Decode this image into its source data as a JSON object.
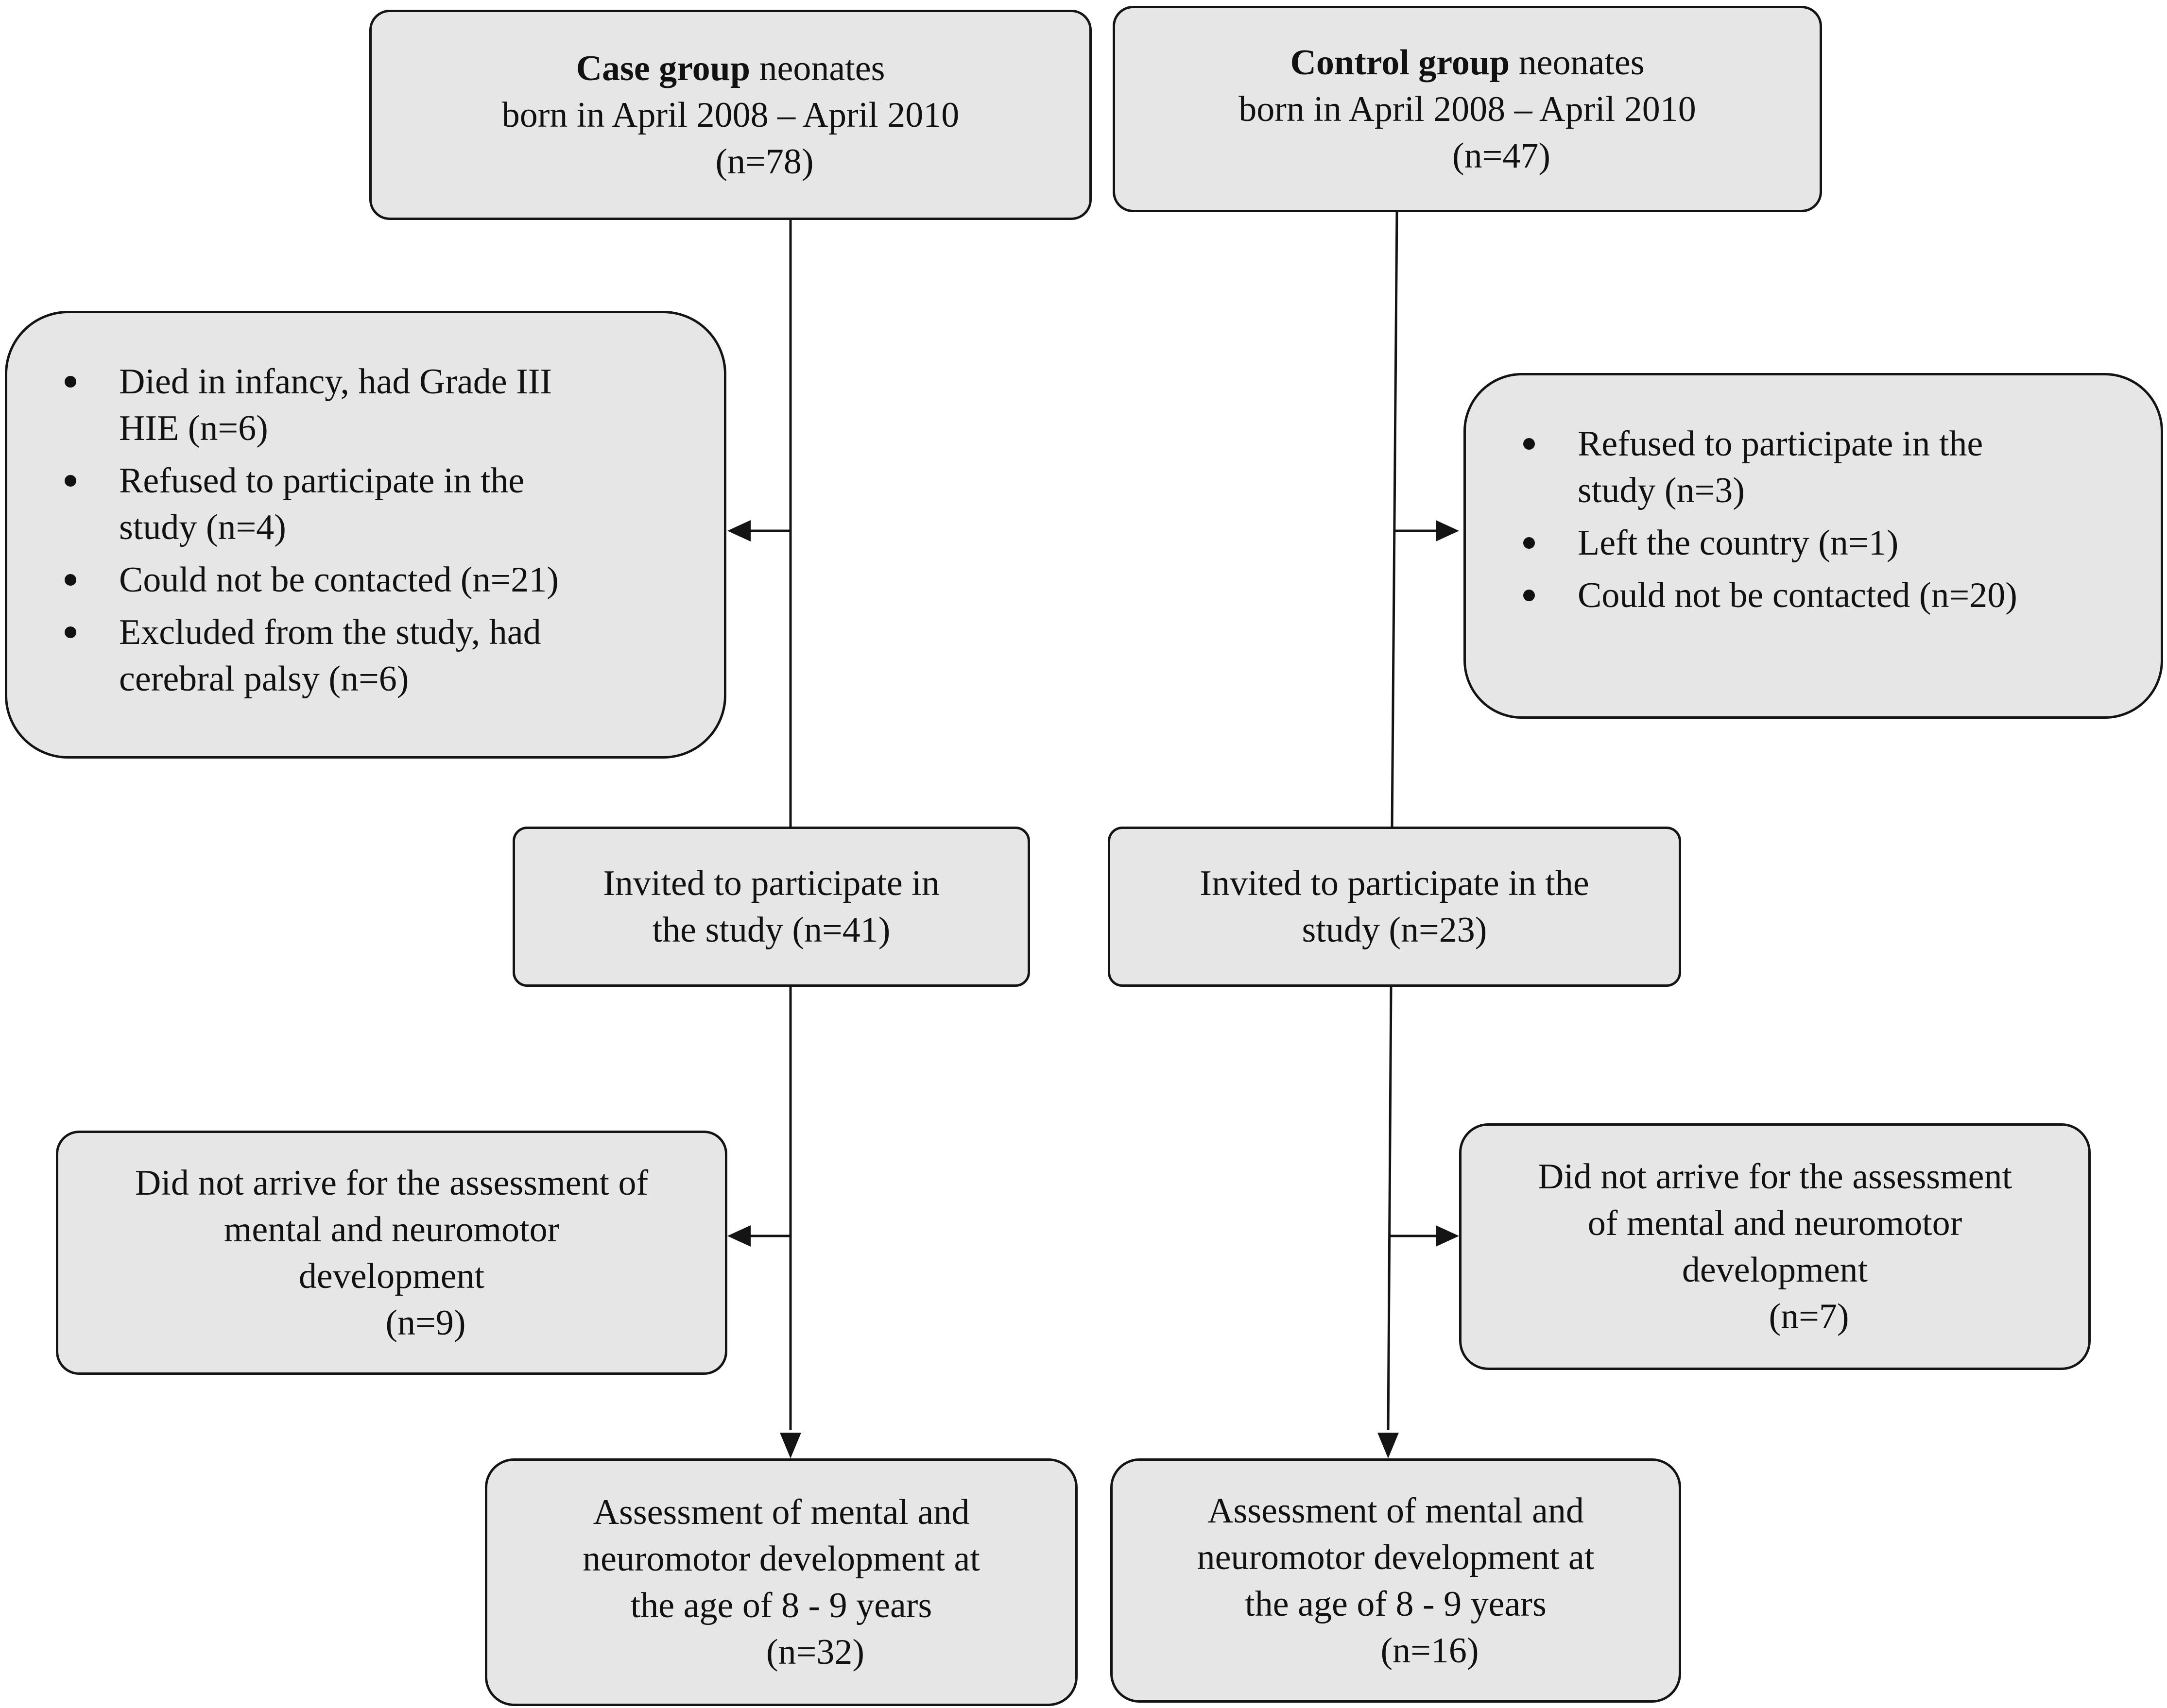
{
  "case_group": {
    "top": {
      "title_bold": "Case group",
      "title_rest": " neonates",
      "line2": "born in April 2008 – April 2010",
      "count": "(n=78)"
    },
    "exclusions": [
      {
        "line1": "Died in infancy, had Grade III",
        "line2": "HIE (n=6)"
      },
      {
        "line1": "Refused to participate in the",
        "line2": "study (n=4)"
      },
      {
        "line1": "Could not be contacted (n=21)",
        "line2": ""
      },
      {
        "line1": "Excluded from the study, had",
        "line2": "cerebral palsy (n=6)"
      }
    ],
    "invited": {
      "line1": "Invited to participate in",
      "line2": "the study (n=41)"
    },
    "no_show": {
      "line1": "Did not arrive for the assessment of",
      "line2": "mental and neuromotor",
      "line3": "development",
      "count": "(n=9)"
    },
    "assessed": {
      "line1": "Assessment of mental and",
      "line2": "neuromotor development at",
      "line3": "the age of 8 - 9 years",
      "count": "(n=32)"
    }
  },
  "control_group": {
    "top": {
      "title_bold": "Control group",
      "title_rest": " neonates",
      "line2": "born in April 2008 – April 2010",
      "count": "(n=47)"
    },
    "exclusions": [
      {
        "line1": "Refused to participate in the",
        "line2": "study (n=3)"
      },
      {
        "line1": "Left the country (n=1)",
        "line2": ""
      },
      {
        "line1": "Could not be contacted (n=20)",
        "line2": ""
      }
    ],
    "invited": {
      "line1": "Invited to participate in the",
      "line2": "study (n=23)"
    },
    "no_show": {
      "line1": "Did not arrive for the assessment",
      "line2": "of mental and neuromotor",
      "line3": "development",
      "count": "(n=7)"
    },
    "assessed": {
      "line1": "Assessment of mental and",
      "line2": "neuromotor development at",
      "line3": "the age of 8 - 9 years",
      "count": "(n=16)"
    }
  }
}
